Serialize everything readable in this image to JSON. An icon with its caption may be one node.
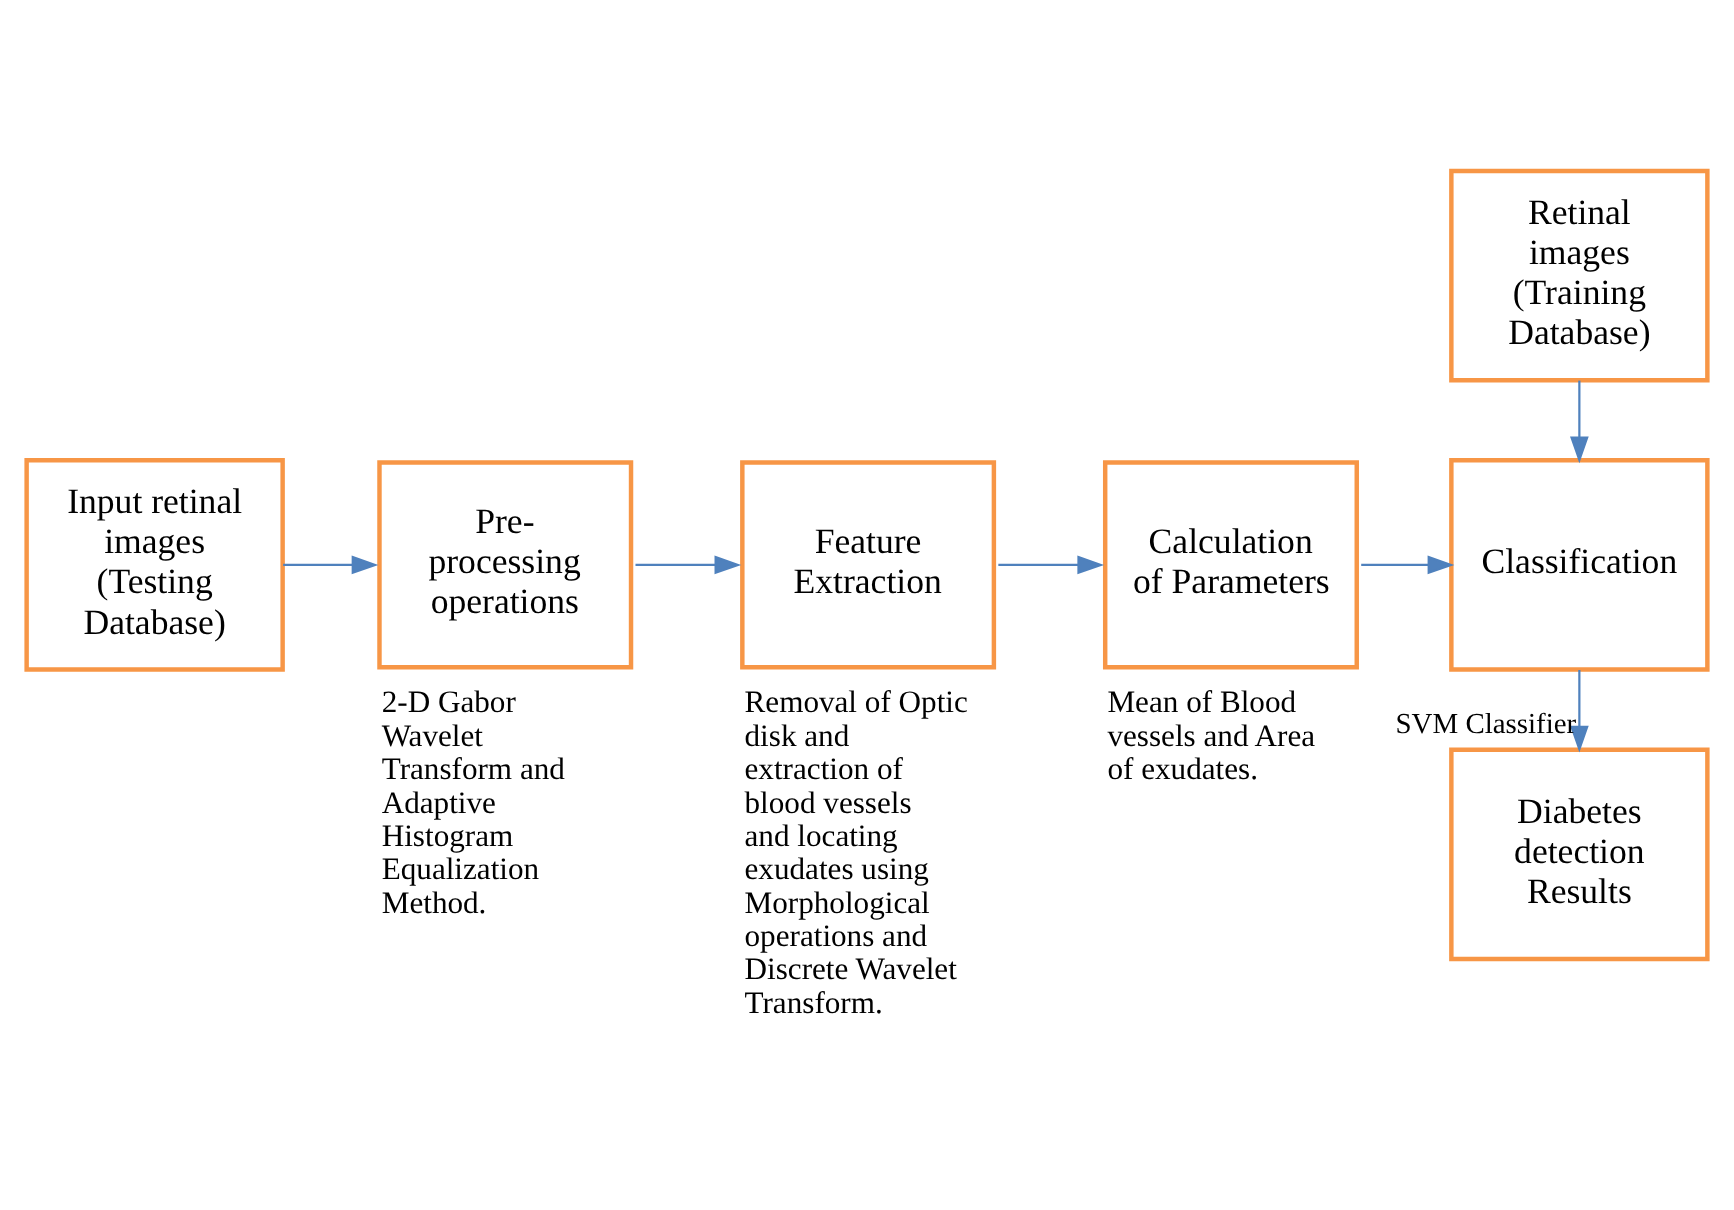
{
  "diagram": {
    "nodes": [
      {
        "text": [
          "Input retinal images (Testing Database)"
        ]
      },
      {
        "text": [
          "Pre- processing operations"
        ],
        "beside": [
          "2-D Gabor Wavelet Transform and Adaptive Histogram Equalization Method."
        ]
      },
      {
        "text": [
          "Feature Extraction"
        ],
        "beside": [
          "Removal of Optic disk and extraction of blood vessels and locating exudates using Morphological operations and Discrete Wavelet Transform."
        ]
      },
      {
        "text": [
          "Calculation of Parameters"
        ],
        "beside": [
          "Mean of Blood vessels and Area of exudates."
        ]
      },
      {
        "text": [
          "Retinal images (Training Database)"
        ]
      },
      {
        "text": [
          "Classification"
        ]
      },
      {
        "text": [
          "Diabetes detection Results"
        ]
      }
    ],
    "edges": [
      {
        "from": 0,
        "to": 1,
        "arrow": "to"
      },
      {
        "from": 1,
        "to": 2,
        "arrow": "to"
      },
      {
        "from": 2,
        "to": 3,
        "arrow": "to"
      },
      {
        "from": 3,
        "to": 5,
        "arrow": "to"
      },
      {
        "from": 4,
        "to": 5,
        "arrow": "to"
      },
      {
        "from": 5,
        "to": 6,
        "label": "SVM Classifier",
        "arrow": "to"
      }
    ]
  }
}
